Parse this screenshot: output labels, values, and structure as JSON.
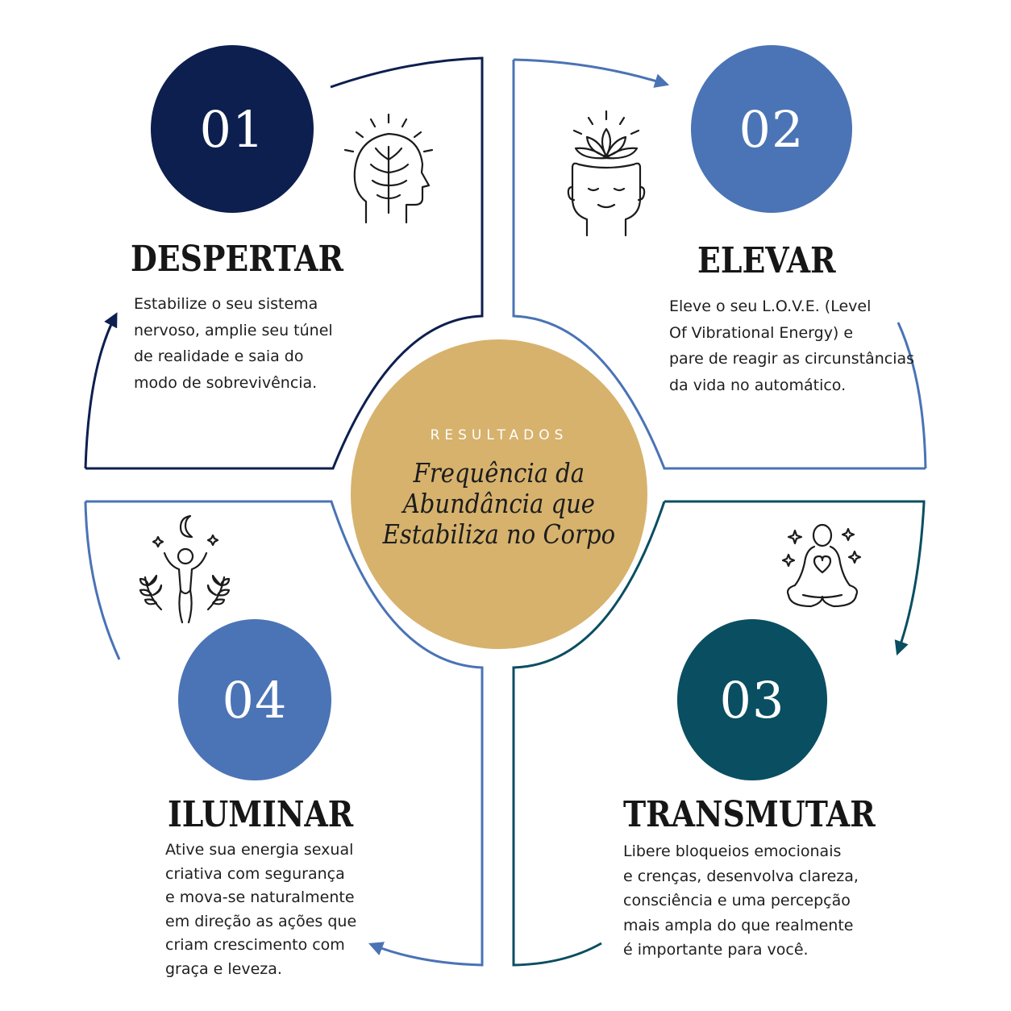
{
  "colors": {
    "navy": "#0d1f4f",
    "blue": "#4b74b6",
    "teal": "#0a4e62",
    "gold": "#d6b26d",
    "line_blue": "#4a73b5"
  },
  "center": {
    "kicker": "RESULTADOS",
    "text": "Frequência da\nAbundância que\nEstabiliza no Corpo"
  },
  "steps": [
    {
      "number": "01",
      "title": "DESPERTAR",
      "description": "Estabilize o seu sistema\nnervoso, amplie seu túnel\nde realidade e saia do\nmodo de sobrevivência.",
      "icon": "head-brain-icon"
    },
    {
      "number": "02",
      "title": "ELEVAR",
      "description": "Eleve o seu L.O.V.E. (Level\nOf Vibrational Energy) e\npare de reagir as circunstâncias\nda vida no automático.",
      "icon": "lotus-head-icon"
    },
    {
      "number": "03",
      "title": "TRANSMUTAR",
      "description": "Libere bloqueios emocionais\ne crenças, desenvolva clareza,\nconsciência e uma percepção\nmais ampla do que realmente\né importante para você.",
      "icon": "meditation-heart-icon"
    },
    {
      "number": "04",
      "title": "ILUMINAR",
      "description": "Ative sua energia sexual\ncriativa com segurança\ne mova-se naturalmente\nem direção as ações que\ncriam crescimento com\ngraça e leveza.",
      "icon": "figure-moon-icon"
    }
  ]
}
